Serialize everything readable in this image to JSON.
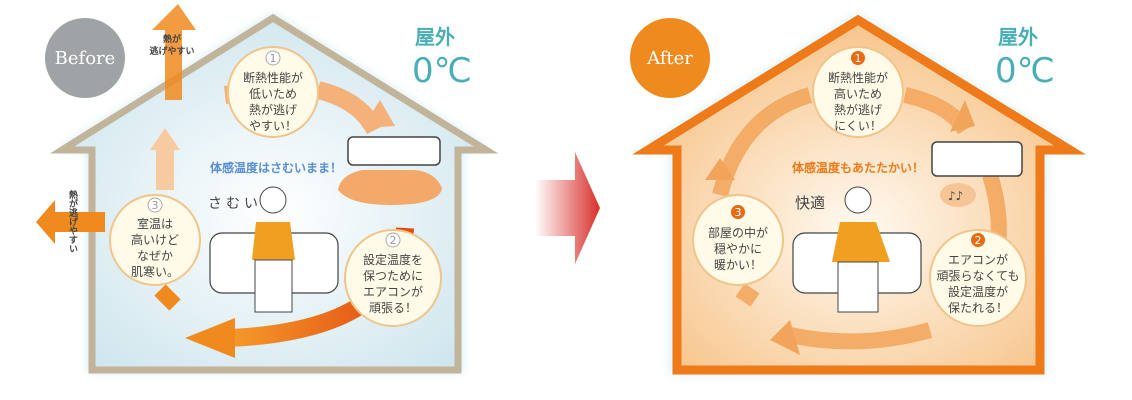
{
  "before": {
    "badge": "Before",
    "outside_label": "屋外",
    "outside_temp": "0℃",
    "roof_escape": [
      "熱が",
      "逃げやすい"
    ],
    "wall_escape": "熱が逃げやすい",
    "feeling": "体感温度はさむいまま！",
    "voice": "さむい",
    "steps": [
      {
        "num": "1",
        "lines": [
          "断熱性能が",
          "低いため",
          "熱が逃げ",
          "やすい！"
        ]
      },
      {
        "num": "2",
        "lines": [
          "設定温度を",
          "保つために",
          "エアコンが",
          "頑張る！"
        ]
      },
      {
        "num": "3",
        "lines": [
          "室温は",
          "高いけど",
          "なぜか",
          "肌寒い。"
        ]
      }
    ]
  },
  "after": {
    "badge": "After",
    "outside_label": "屋外",
    "outside_temp": "0℃",
    "feeling": "体感温度もあたたかい！",
    "voice": "快適",
    "music": "♪♪",
    "steps": [
      {
        "num": "1",
        "lines": [
          "断熱性能が",
          "高いため",
          "熱が逃げ",
          "にくい！"
        ]
      },
      {
        "num": "2",
        "lines": [
          "エアコンが",
          "頑張らなくても",
          "設定温度が",
          "保たれる！"
        ]
      },
      {
        "num": "3",
        "lines": [
          "部屋の中が",
          "穏やかに",
          "暖かい！"
        ]
      }
    ]
  },
  "colors": {
    "teal": "#4aaeb6",
    "orange": "#ee8a1e",
    "gray_badge": "#9ea3a5",
    "house_before": "#c2b49a",
    "house_after": "#ee7a1a"
  }
}
